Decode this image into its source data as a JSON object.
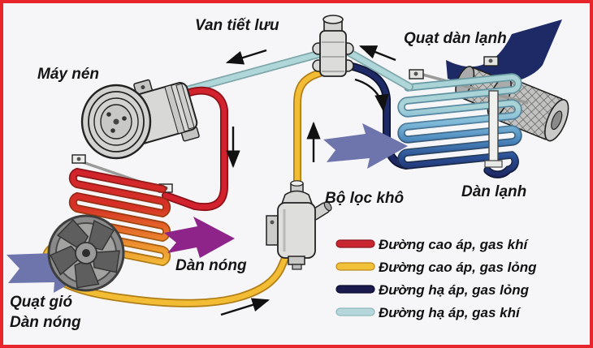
{
  "labels": {
    "compressor": "Máy nén",
    "expansion_valve": "Van tiết lưu",
    "evaporator_fan": "Quạt dàn lạnh",
    "dryer": "Bộ lọc khô",
    "evaporator": "Dàn lạnh",
    "condenser": "Dàn nóng",
    "condenser_fan_line1": "Quạt gió",
    "condenser_fan_line2": "Dàn nóng"
  },
  "legend": {
    "items": [
      {
        "label": "Đường cao áp, gas khí",
        "color": "#C82631"
      },
      {
        "label": "Đường cao áp, gas lỏng",
        "color": "#F2C13A"
      },
      {
        "label": "Đường hạ áp, gas lỏng",
        "color": "#1A1A4E"
      },
      {
        "label": "Đường hạ áp, gas khí",
        "color": "#B5D6DA"
      }
    ]
  },
  "colors": {
    "border": "#E8252A",
    "background": "#F6F6F8",
    "high_pressure_gas": "#D2222D",
    "high_pressure_liquid": "#F2BC35",
    "low_pressure_liquid": "#1E2A66",
    "low_pressure_gas": "#AFD6D8"
  }
}
